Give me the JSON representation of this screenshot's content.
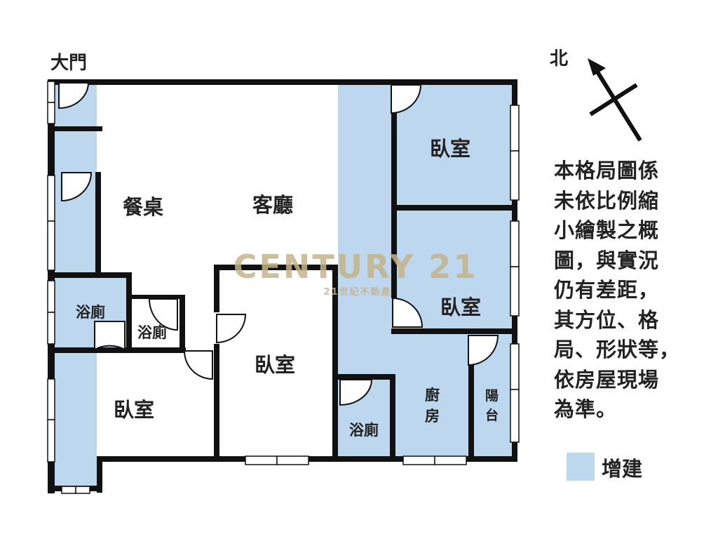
{
  "colors": {
    "addition_fill": "#bdd7ee",
    "wall": "#111111",
    "watermark": "#c4b48a"
  },
  "labels": {
    "entrance": "大門",
    "dining": "餐桌",
    "living": "客廳",
    "bath_left": "浴廁",
    "bath_small": "浴廁",
    "bedroom_left": "臥室",
    "bedroom_middle": "臥室",
    "bedroom_top_right": "臥室",
    "bedroom_mid_right": "臥室",
    "bath_right": "浴廁",
    "kitchen": [
      "廚",
      "房"
    ],
    "balcony": [
      "陽",
      "台"
    ]
  },
  "compass": {
    "label": "北",
    "icon": "north-arrow-icon"
  },
  "note_lines": [
    "本格局圖係",
    "未依比例縮",
    "小繪製之概",
    "圖，與實況",
    "仍有差距，",
    "其方位、格",
    "局、形狀等，",
    "依房屋現場",
    "為準。"
  ],
  "legend": {
    "label": "增建"
  },
  "watermark": {
    "brand": "CENTURY 21",
    "subtitle": "21世紀不動產"
  }
}
